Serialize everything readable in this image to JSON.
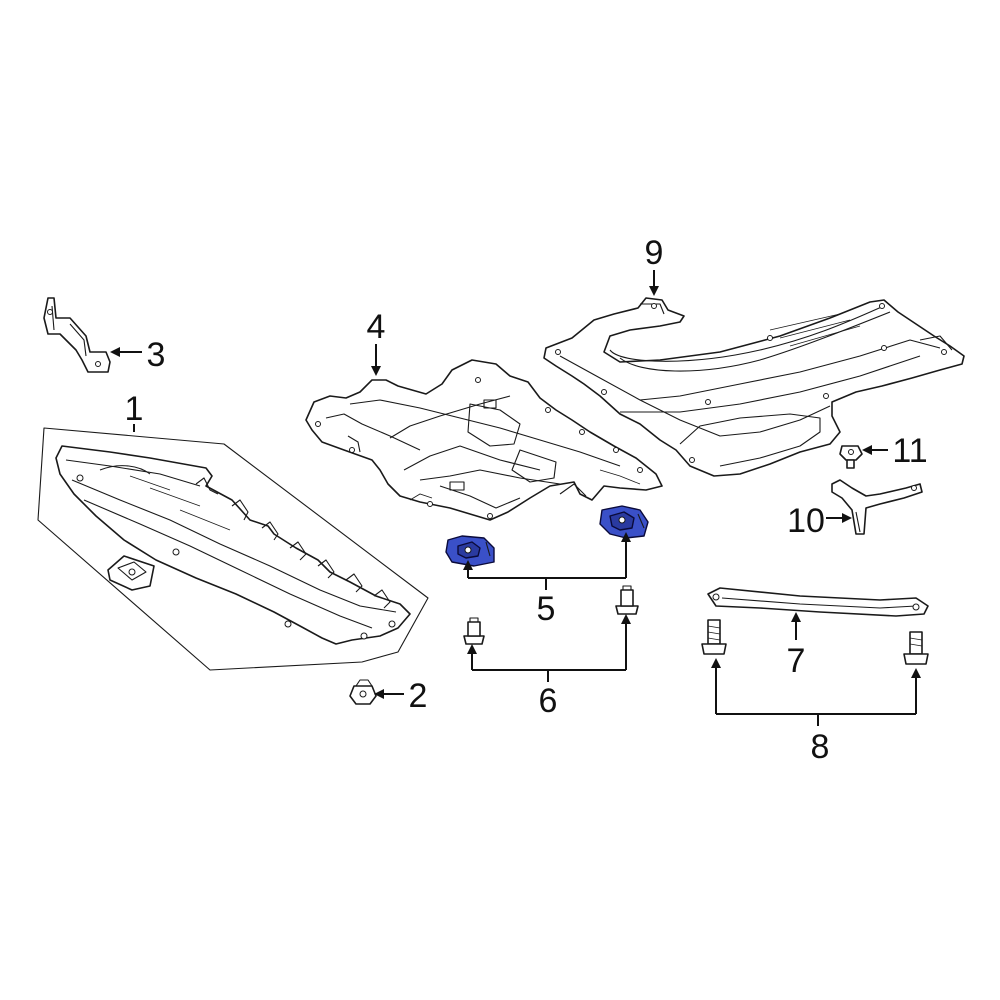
{
  "colors": {
    "line": "#1a1a1a",
    "highlight": "#3a50c8",
    "background": "#ffffff"
  },
  "callouts": {
    "c1": "1",
    "c2": "2",
    "c3": "3",
    "c4": "4",
    "c5": "5",
    "c6": "6",
    "c7": "7",
    "c8": "8",
    "c9": "9",
    "c10": "10",
    "c11": "11"
  }
}
